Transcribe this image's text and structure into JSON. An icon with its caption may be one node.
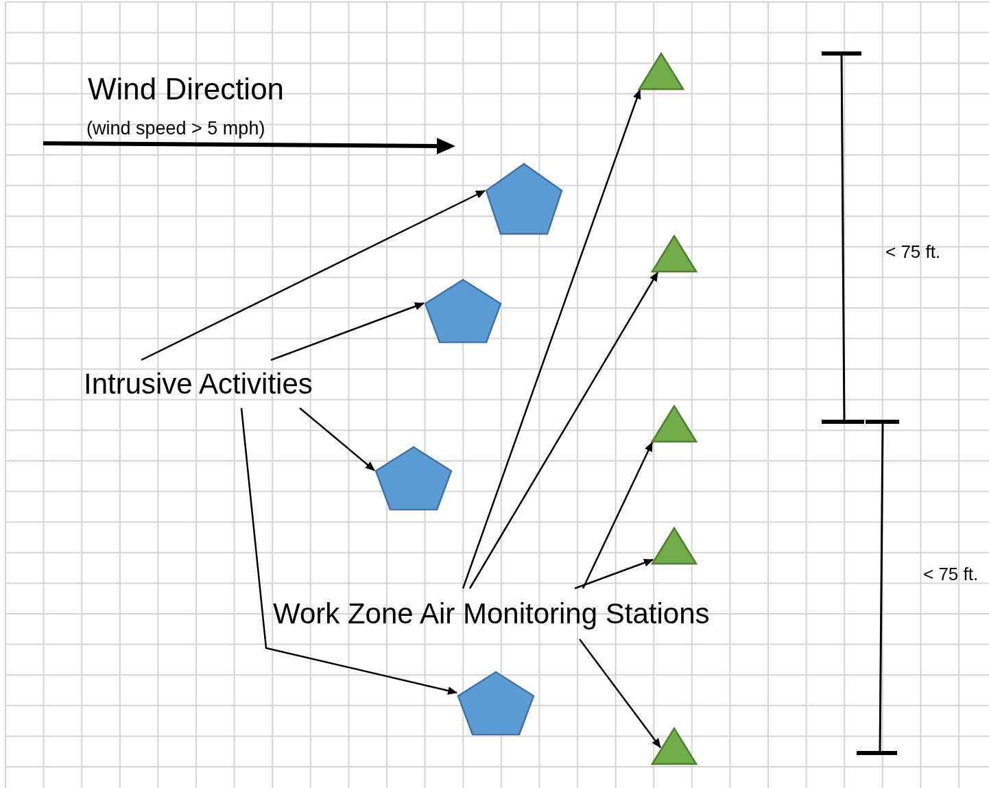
{
  "diagram": {
    "nodes": [
      {
        "text": [
          "Intrusive Activities"
        ]
      },
      {
        "text": [
          "Work Zone Air Monitoring Stations"
        ]
      },
      {
        "text": [],
        "shape": "pentagon"
      },
      {
        "text": [],
        "shape": "pentagon"
      },
      {
        "text": [],
        "shape": "pentagon"
      },
      {
        "text": [],
        "shape": "pentagon"
      },
      {
        "text": [],
        "shape": "triangle"
      },
      {
        "text": [],
        "shape": "triangle"
      },
      {
        "text": [],
        "shape": "triangle"
      },
      {
        "text": [],
        "shape": "triangle"
      },
      {
        "text": [],
        "shape": "triangle"
      }
    ],
    "edges": [
      {
        "from": 0,
        "to": 2,
        "arrow": "to"
      },
      {
        "from": 0,
        "to": 3,
        "arrow": "to"
      },
      {
        "from": 0,
        "to": 4,
        "arrow": "to"
      },
      {
        "from": 0,
        "to": 5,
        "arrow": "to"
      },
      {
        "from": 1,
        "to": 6,
        "arrow": "to"
      },
      {
        "from": 1,
        "to": 7,
        "arrow": "to"
      },
      {
        "from": 1,
        "to": 8,
        "arrow": "to"
      },
      {
        "from": 1,
        "to": 9,
        "arrow": "to"
      },
      {
        "from": 1,
        "to": 10,
        "arrow": "to"
      }
    ],
    "labels": [
      "Wind Direction",
      "(wind speed > 5 mph)",
      "< 75 ft.",
      "< 75 ft."
    ]
  }
}
